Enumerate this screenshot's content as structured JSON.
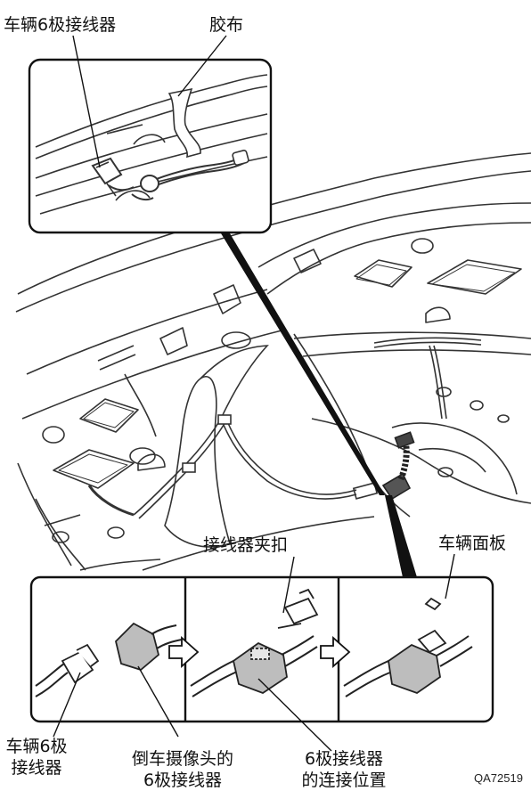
{
  "labels": {
    "vehicle_6pin_top": "车辆6极接线器",
    "tape": "胶布",
    "connector_clip": "接线器夹扣",
    "vehicle_panel": "车辆面板",
    "vehicle_6pin_bottom_l1": "车辆6极",
    "vehicle_6pin_bottom_l2": "接线器",
    "camera_6pin_l1": "倒车摄像头的",
    "camera_6pin_l2": "6极接线器",
    "connection_pos_l1": "6极接线器",
    "connection_pos_l2": "的连接位置"
  },
  "figure_code": "QA72519"
}
